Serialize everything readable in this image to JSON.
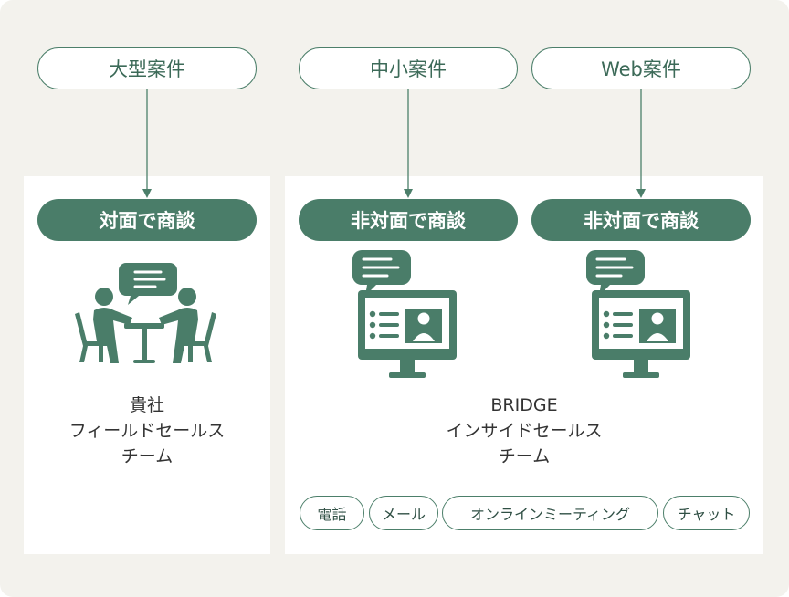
{
  "cases": [
    {
      "label": "大型案件"
    },
    {
      "label": "中小案件"
    },
    {
      "label": "Web案件"
    }
  ],
  "methods": [
    {
      "label": "対面で商談"
    },
    {
      "label": "非対面で商談"
    },
    {
      "label": "非対面で商談"
    }
  ],
  "teams": {
    "client": {
      "lines": [
        "貴社",
        "フィールドセールス",
        "チーム"
      ]
    },
    "bridge": {
      "lines": [
        "BRIDGE",
        "インサイドセールス",
        "チーム"
      ]
    }
  },
  "channels": [
    {
      "label": "電話"
    },
    {
      "label": "メール"
    },
    {
      "label": "オンラインミーティング"
    },
    {
      "label": "チャット"
    }
  ],
  "icons": {
    "meeting": "face-to-face-meeting-icon",
    "online": "online-meeting-monitor-icon"
  },
  "colors": {
    "accent": "#4a7d69",
    "background": "#f3f2ed",
    "panel": "#ffffff"
  }
}
